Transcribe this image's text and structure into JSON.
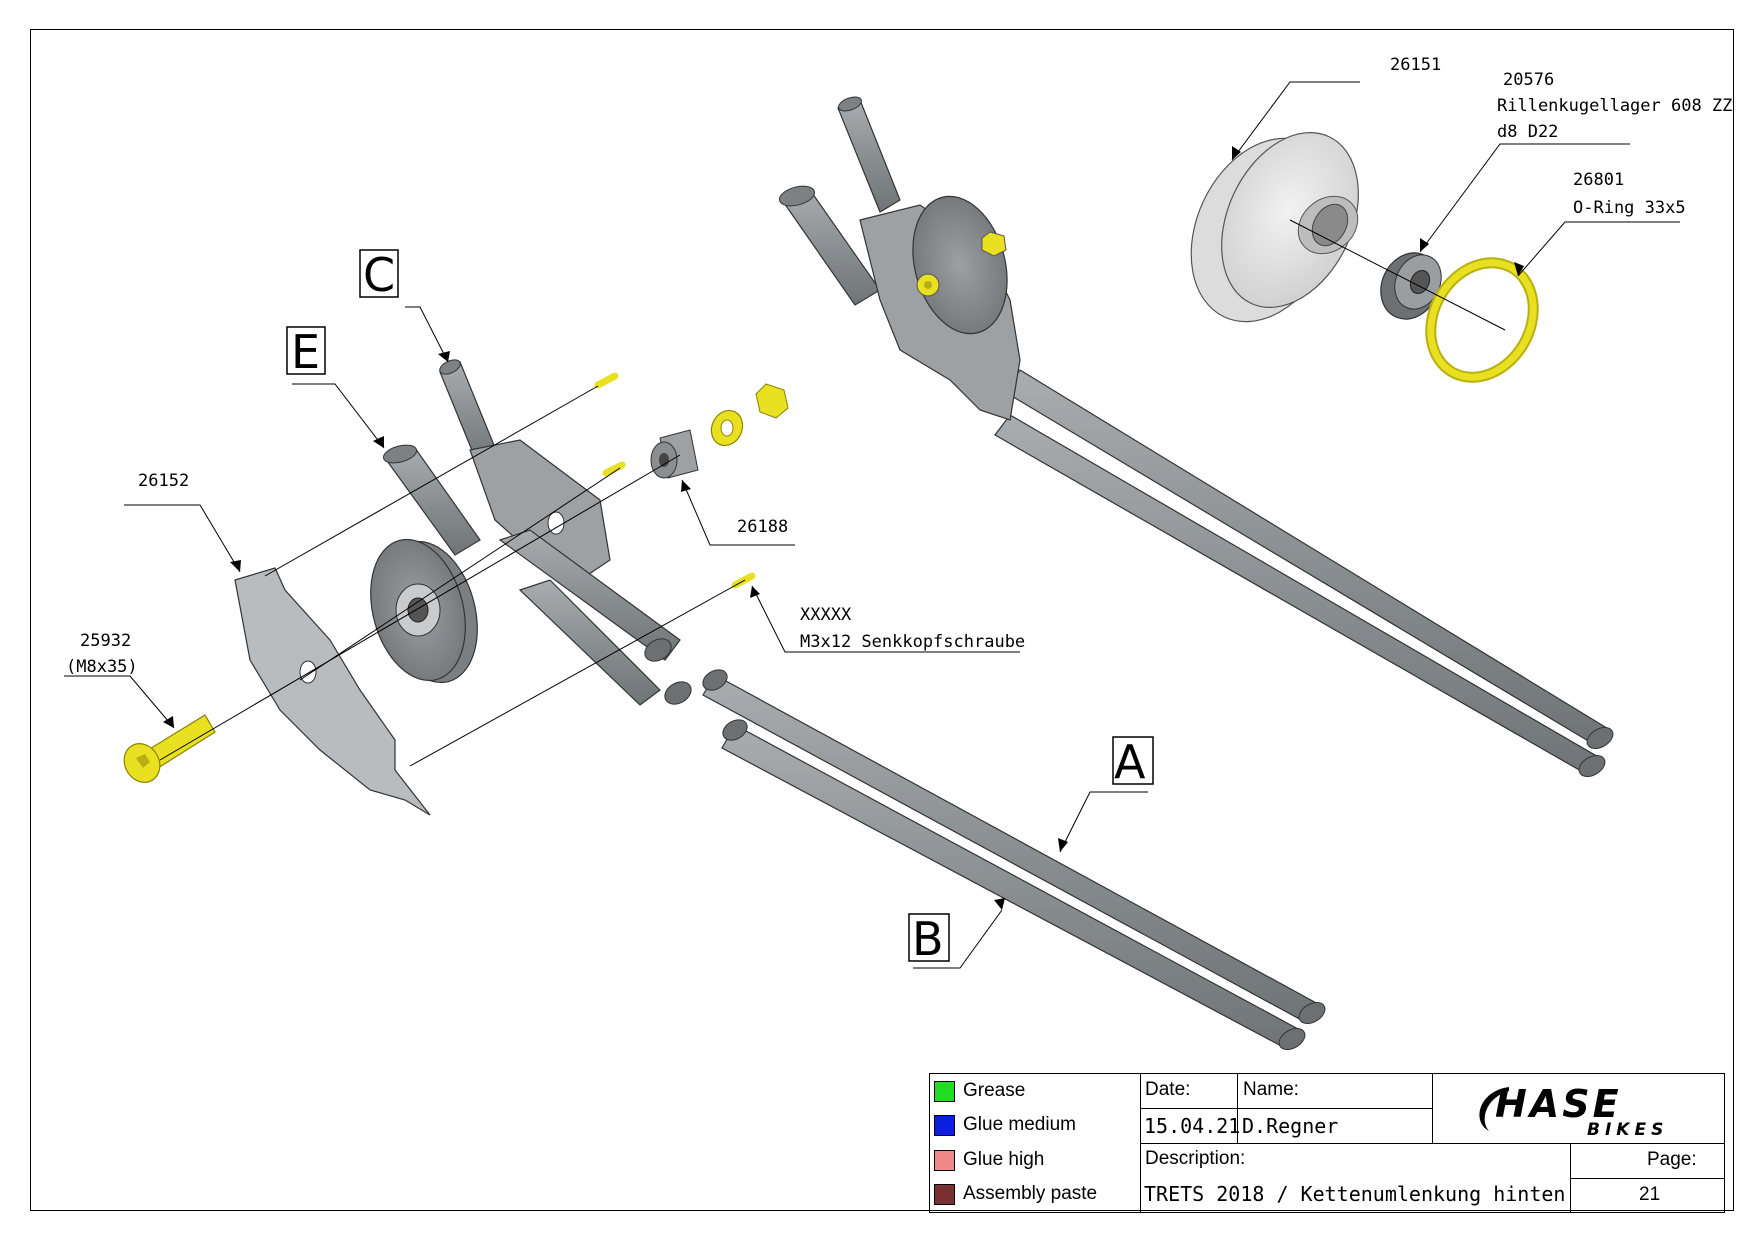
{
  "parts": {
    "p26151": "26151",
    "p20576": "20576",
    "p20576_name": "Rillenkugellager 608 ZZ",
    "p20576_dim": "d8 D22",
    "p26801": "26801",
    "p26801_name": "O-Ring 33x5",
    "p26152": "26152",
    "p26188": "26188",
    "p25932": "25932",
    "p25932_dim": "(M8x35)",
    "pXXXXX": "XXXXX",
    "pXXXXX_name": "M3x12 Senkkopfschraube"
  },
  "letters": {
    "A": "A",
    "B": "B",
    "C": "C",
    "E": "E"
  },
  "legend": [
    {
      "label": "Grease",
      "color": "#22dd22"
    },
    {
      "label": "Glue medium",
      "color": "#0a1fe0"
    },
    {
      "label": "Glue high",
      "color": "#f08888"
    },
    {
      "label": "Assembly paste",
      "color": "#7a3030"
    }
  ],
  "titleblock": {
    "date_label": "Date:",
    "date_value": "15.04.21",
    "name_label": "Name:",
    "name_value": "D.Regner",
    "description_label": "Description:",
    "description_value": "TRETS 2018 / Kettenumlenkung hinten",
    "page_label": "Page:",
    "page_value": "21",
    "logo_main": "HASE",
    "logo_sub": "BIKES"
  },
  "colors": {
    "part_gray": "#8e9396",
    "bolt_yellow": "#e8e020",
    "light_part": "#e6e6e6"
  }
}
